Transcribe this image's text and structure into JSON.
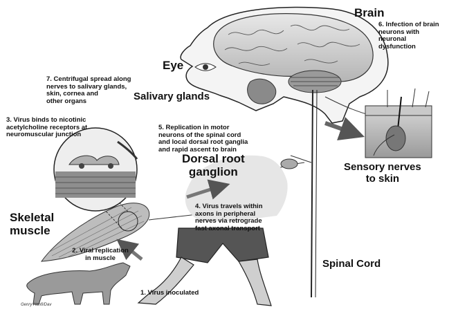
{
  "labels": {
    "brain": "Brain",
    "eye": "Eye",
    "salivary_glands": "Salivary glands",
    "dorsal_root_ganglion": "Dorsal root\nganglion",
    "sensory_nerves": "Sensory nerves\nto skin",
    "skeletal_muscle": "Skeletal\nmuscle",
    "spinal_cord": "Spinal Cord"
  },
  "steps": {
    "s1": "1. Virus inoculated",
    "s2": "2. Viral replication\nin muscle",
    "s3": "3. Virus binds to nicotinic\nacetylcholine receptors at\nneuromuscular junction",
    "s4": "4. Virus travels within\naxons in peripheral\nnerves via retrograde\nfast axonal transport",
    "s5": "5. Replication in motor\nneurons of the spinal cord\nand local dorsal root ganglia\nand rapid ascent to brain",
    "s6": "6. Infection of brain\nneurons with\nneuronal\ndysfunction",
    "s7": "7. Centrifugal spread along\nnerves to salivary glands,\nskin, cornea and\nother organs"
  },
  "signature": "Genry Hanfi/Dav"
}
